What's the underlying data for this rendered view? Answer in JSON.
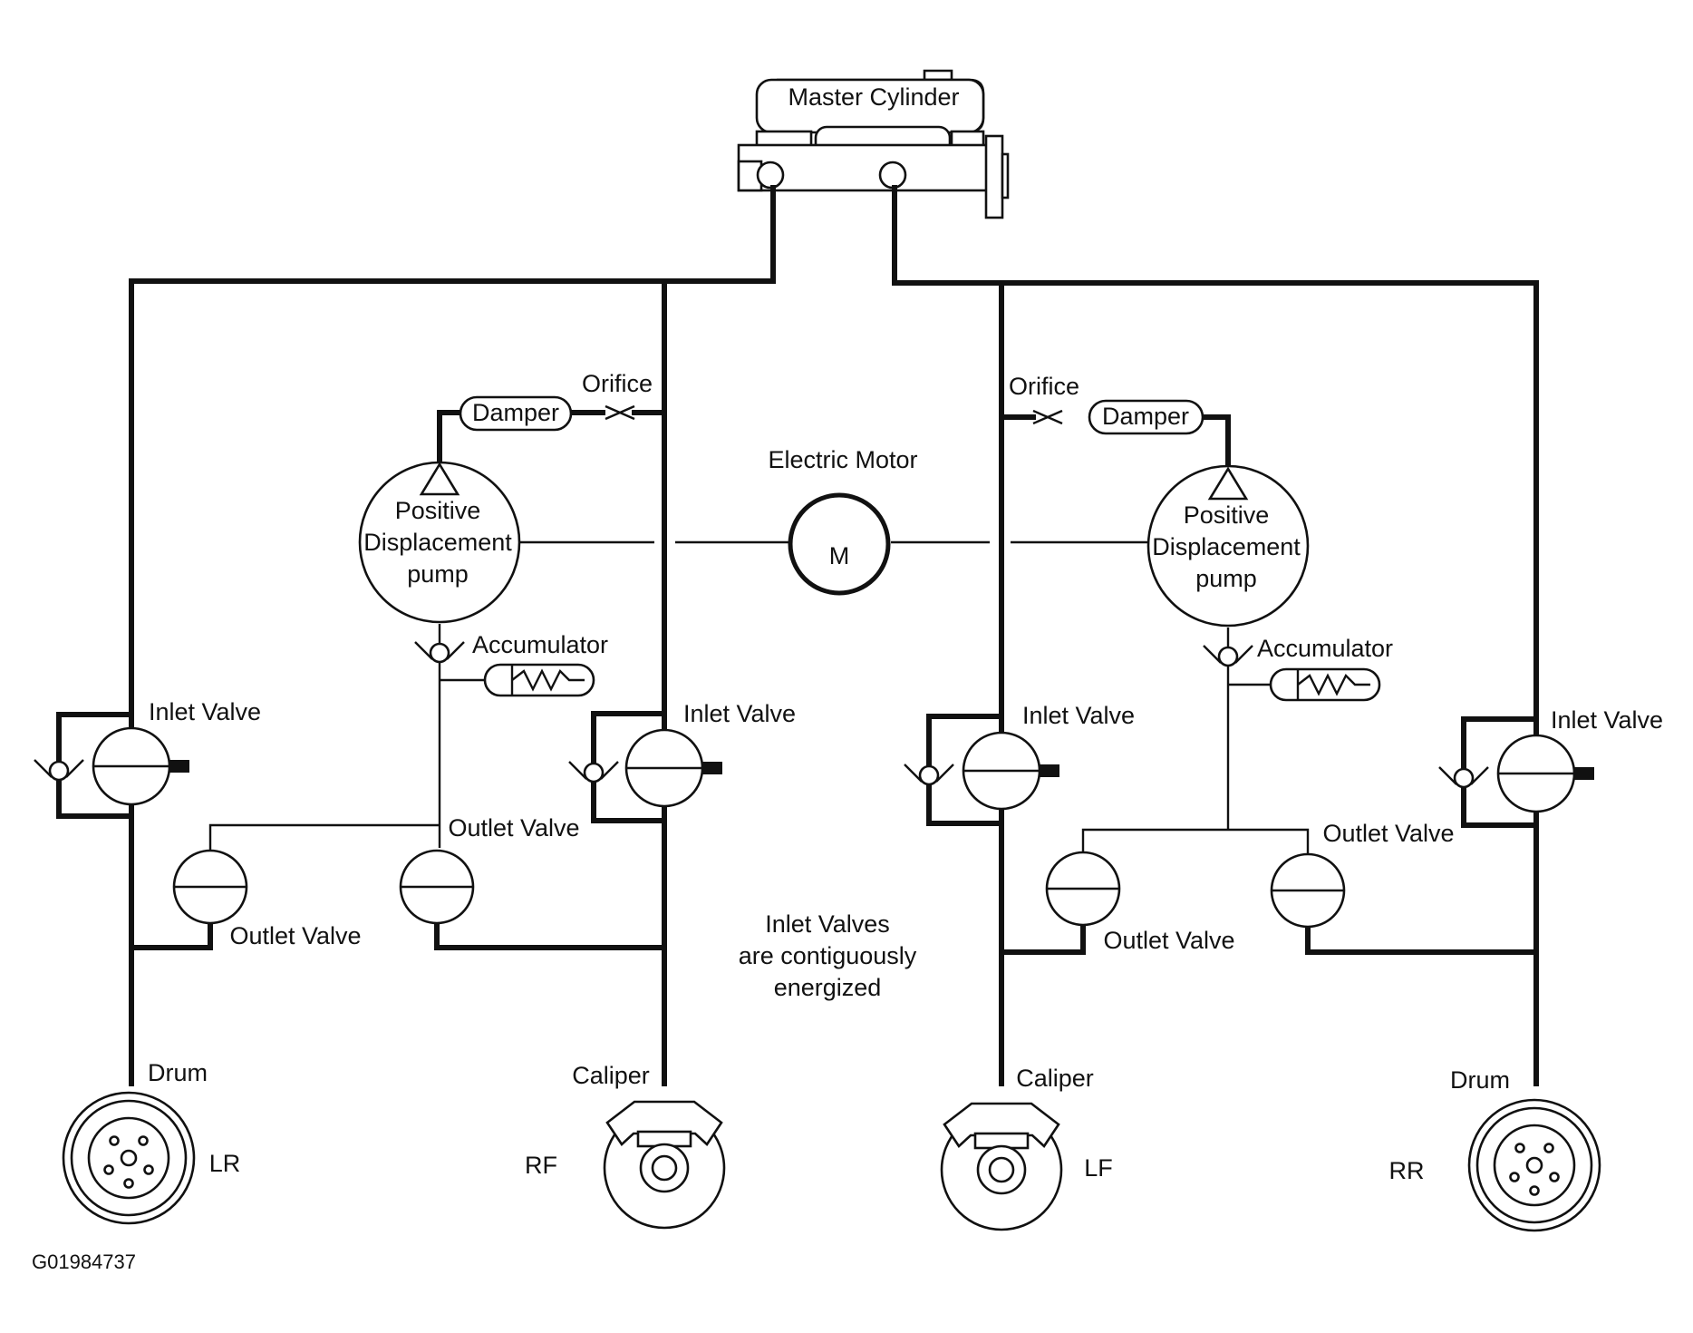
{
  "labels": {
    "master_cylinder": "Master Cylinder",
    "orifice_left": "Orifice",
    "orifice_right": "Orifice",
    "damper_left": "Damper",
    "damper_right": "Damper",
    "electric_motor": "Electric Motor",
    "motor_letter": "M",
    "pump_left": [
      "Positive",
      "Displacement",
      "pump"
    ],
    "pump_right": [
      "Positive",
      "Displacement",
      "pump"
    ],
    "accumulator_left": "Accumulator",
    "accumulator_right": "Accumulator",
    "inlet_valve_lr": "Inlet Valve",
    "inlet_valve_rf": "Inlet Valve",
    "inlet_valve_lf": "Inlet Valve",
    "inlet_valve_rr": "Inlet Valve",
    "outlet_valve_lr": "Outlet Valve",
    "outlet_valve_rf": "Outlet Valve",
    "outlet_valve_lf": "Outlet Valve",
    "outlet_valve_rr": "Outlet Valve",
    "note": [
      "Inlet Valves",
      "are contiguously",
      "energized"
    ],
    "drum_left": "Drum",
    "drum_right": "Drum",
    "caliper_left": "Caliper",
    "caliper_right": "Caliper",
    "wheel_lr": "LR",
    "wheel_rf": "RF",
    "wheel_lf": "LF",
    "wheel_rr": "RR",
    "figure_code": "G01984737"
  }
}
